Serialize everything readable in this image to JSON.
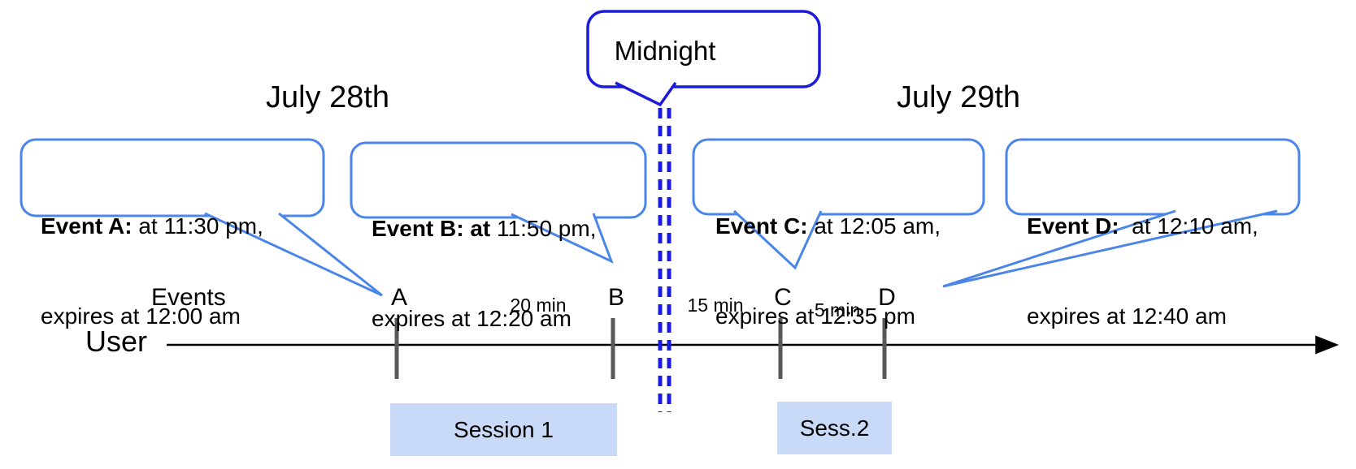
{
  "dates": {
    "left": "July 28th",
    "right": "July 29th"
  },
  "midnight_callout": {
    "label": "Midnight"
  },
  "callouts": [
    {
      "letter": "A",
      "bold": "Event A:",
      "rest": " at 11:30 pm,",
      "line2": "expires at 12:00 am"
    },
    {
      "letter": "B",
      "bold": "Event B: at",
      "rest": " 11:50 pm,",
      "line2": "expires at 12:20 am"
    },
    {
      "letter": "C",
      "bold": "Event C:",
      "rest": " at 12:05 am,",
      "line2": "expires at 12:35 pm"
    },
    {
      "letter": "D",
      "bold": "Event D:",
      "rest": "  at 12:10 am,",
      "line2": "expires at 12:40 am"
    }
  ],
  "timeline": {
    "events_label": "Events",
    "user_label": "User",
    "tick_labels": [
      "A",
      "B",
      "C",
      "D"
    ],
    "intervals": [
      "20 min",
      "15 min",
      "5 min"
    ]
  },
  "sessions": [
    {
      "label": "Session 1"
    },
    {
      "label": "Sess.2"
    }
  ],
  "colors": {
    "callout_border": "#4a86e8",
    "midnight_border": "#1b1bd9",
    "dashed_line": "#1a1ae6",
    "session_fill": "#c9daf8",
    "tick": "#595959"
  }
}
